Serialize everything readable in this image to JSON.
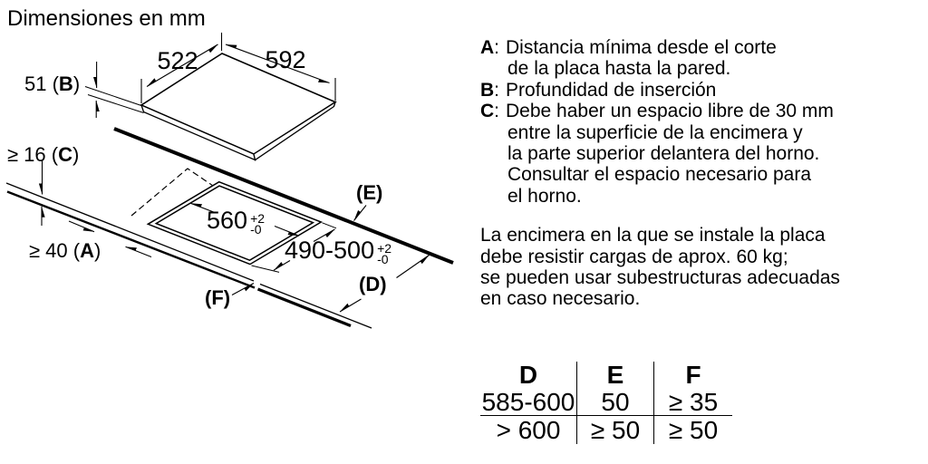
{
  "title": "Dimensiones en mm",
  "punct": {
    "colon": ":"
  },
  "diagram": {
    "d522": "522",
    "d592": "592",
    "b": {
      "pre": "51 (",
      "letter": "B",
      "post": ")"
    },
    "c": {
      "pre": "≥ 16 (",
      "letter": "C",
      "post": ")"
    },
    "a": {
      "pre": "≥ 40 (",
      "letter": "A",
      "post": ")"
    },
    "e": {
      "pre": "(",
      "letter": "E",
      "post": ")"
    },
    "d": {
      "pre": "(",
      "letter": "D",
      "post": ")"
    },
    "f": {
      "pre": "(",
      "letter": "F",
      "post": ")"
    },
    "cut_w": {
      "val": "560",
      "tol_plus": "+2",
      "tol_minus": "-0"
    },
    "cut_d": {
      "val": "490-500",
      "tol_plus": "+2",
      "tol_minus": "-0"
    }
  },
  "notes": [
    {
      "letter": "A",
      "lines": [
        "Distancia mínima desde el corte",
        "de la placa hasta la pared."
      ]
    },
    {
      "letter": "B",
      "lines": [
        "Profundidad de inserción"
      ]
    },
    {
      "letter": "C",
      "lines": [
        "Debe haber un espacio libre de 30 mm",
        "entre la superficie de la encimera y",
        "la parte superior delantera del horno.",
        "Consultar el espacio necesario para",
        "el horno."
      ]
    }
  ],
  "paragraph_lines": [
    "La encimera en la que se instale la placa",
    "debe resistir cargas de aprox. 60 kg;",
    "se pueden usar subestructuras adecuadas",
    "en caso necesario."
  ],
  "table": {
    "headers": [
      "D",
      "E",
      "F"
    ],
    "rows": [
      [
        "585-600",
        "50",
        "≥ 35"
      ],
      [
        "> 600",
        "≥ 50",
        "≥ 50"
      ]
    ]
  }
}
